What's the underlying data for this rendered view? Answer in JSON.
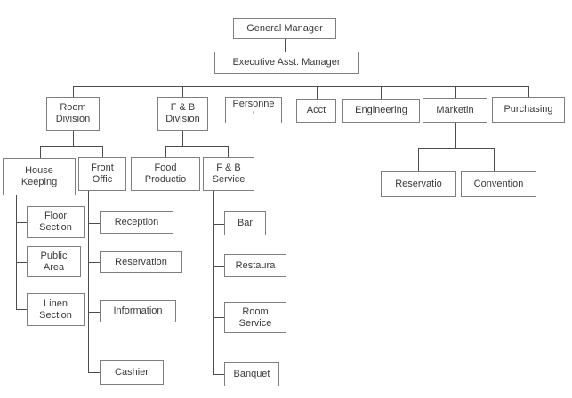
{
  "diagram": {
    "type": "organizational-chart",
    "nodes": {
      "general_manager": {
        "label": "General Manager"
      },
      "executive_asst_manager": {
        "label": "Executive Asst. Manager"
      },
      "room_division": {
        "label": "Room\nDivision"
      },
      "fb_division": {
        "label": "F & B\nDivision"
      },
      "personnel": {
        "label": "Personne\n'"
      },
      "acct": {
        "label": "Acct"
      },
      "engineering": {
        "label": "Engineering"
      },
      "marketing": {
        "label": "Marketin"
      },
      "purchasing": {
        "label": "Purchasing"
      },
      "house_keeping": {
        "label": "House\nKeeping"
      },
      "front_office": {
        "label": "Front\nOffic"
      },
      "food_production": {
        "label": "Food\nProductio"
      },
      "fb_service": {
        "label": "F & B\nService"
      },
      "reservation_marketing": {
        "label": "Reservatio"
      },
      "convention": {
        "label": "Convention"
      },
      "floor_section": {
        "label": "Floor\nSection"
      },
      "public_area": {
        "label": "Public\nArea"
      },
      "linen_section": {
        "label": "Linen\nSection"
      },
      "reception": {
        "label": "Reception"
      },
      "reservation_front_office": {
        "label": "Reservation"
      },
      "information": {
        "label": "Information"
      },
      "cashier": {
        "label": "Cashier"
      },
      "bar": {
        "label": "Bar"
      },
      "restaurant": {
        "label": "Restaura"
      },
      "room_service": {
        "label": "Room\nService"
      },
      "banquet": {
        "label": "Banquet"
      }
    },
    "edges": [
      [
        "general_manager",
        "executive_asst_manager"
      ],
      [
        "executive_asst_manager",
        "room_division"
      ],
      [
        "executive_asst_manager",
        "fb_division"
      ],
      [
        "executive_asst_manager",
        "personnel"
      ],
      [
        "executive_asst_manager",
        "acct"
      ],
      [
        "executive_asst_manager",
        "engineering"
      ],
      [
        "executive_asst_manager",
        "marketing"
      ],
      [
        "executive_asst_manager",
        "purchasing"
      ],
      [
        "room_division",
        "house_keeping"
      ],
      [
        "room_division",
        "front_office"
      ],
      [
        "fb_division",
        "food_production"
      ],
      [
        "fb_division",
        "fb_service"
      ],
      [
        "marketing",
        "reservation_marketing"
      ],
      [
        "marketing",
        "convention"
      ],
      [
        "house_keeping",
        "floor_section"
      ],
      [
        "house_keeping",
        "public_area"
      ],
      [
        "house_keeping",
        "linen_section"
      ],
      [
        "front_office",
        "reception"
      ],
      [
        "front_office",
        "reservation_front_office"
      ],
      [
        "front_office",
        "information"
      ],
      [
        "front_office",
        "cashier"
      ],
      [
        "fb_service",
        "bar"
      ],
      [
        "fb_service",
        "restaurant"
      ],
      [
        "fb_service",
        "room_service"
      ],
      [
        "fb_service",
        "banquet"
      ]
    ],
    "colors": {
      "box_border": "#7f7f7f",
      "connector": "#4d4d4d",
      "text": "#3a3a3a",
      "background": "#ffffff"
    }
  }
}
